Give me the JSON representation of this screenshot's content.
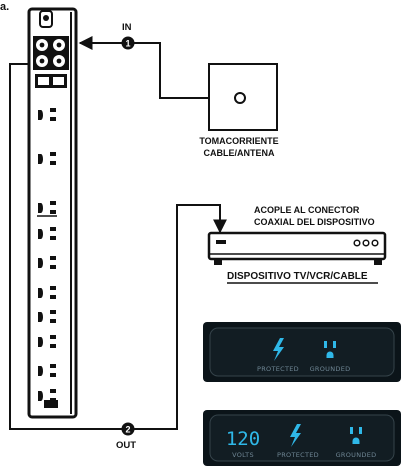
{
  "top_text": "a.",
  "in_label": "IN",
  "in_number": "1",
  "out_label": "OUT",
  "out_number": "2",
  "wall_outlet_label": [
    "TOMACORRIENTE",
    "CABLE/ANTENA"
  ],
  "device_connector_label": [
    "ACOPLE AL CONECTOR",
    "COAXIAL DEL DISPOSITIVO"
  ],
  "device_label": "DISPOSITIVO TV/VCR/CABLE",
  "indicator_panel_1": {
    "protected": "PROTECTED",
    "grounded": "GROUNDED"
  },
  "indicator_panel_2": {
    "voltage": "120",
    "volts": "VOLTS",
    "protected": "PROTECTED",
    "grounded": "GROUNDED"
  },
  "colors": {
    "line": "#111111",
    "led": "#2fb8e8",
    "panel_bg": "#0b1419",
    "panel_text": "#6f8694"
  },
  "icons": [
    "coax-port-icon",
    "outlet-icon",
    "lightning-bolt-icon",
    "ground-plug-icon"
  ]
}
